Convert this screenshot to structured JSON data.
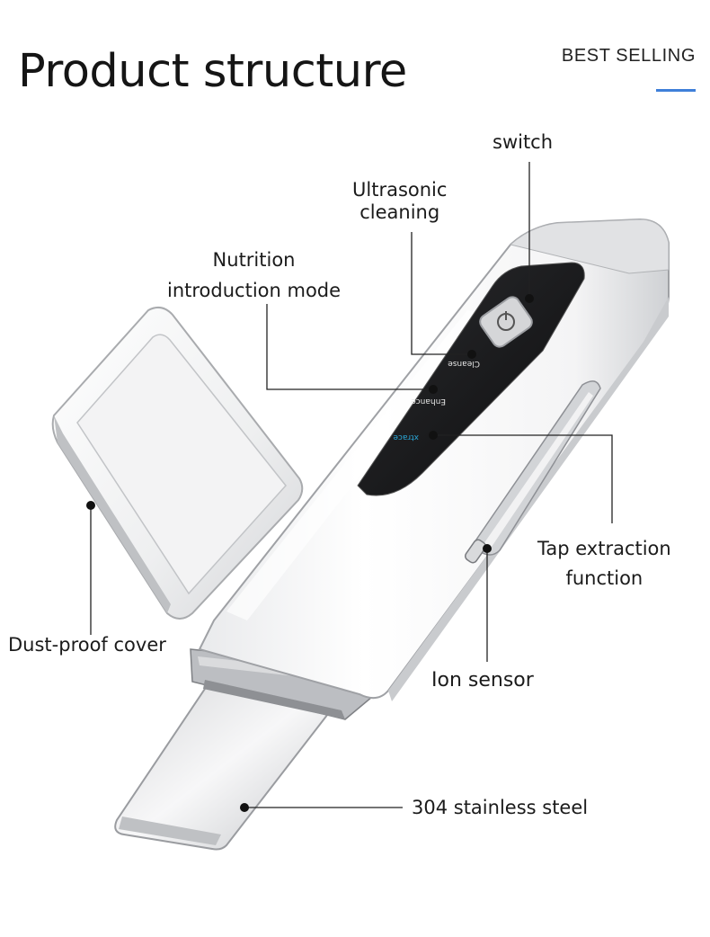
{
  "header": {
    "title": "Product structure",
    "tag": "BEST SELLING",
    "accent_color": "#3f7fd9"
  },
  "device": {
    "buttons": [
      "Cleanse",
      "Enhance",
      "xtrace"
    ],
    "active_button_color": "#2aa7d8"
  },
  "labels": {
    "switch": "switch",
    "ultrasonic": [
      "Ultrasonic",
      "cleaning"
    ],
    "nutrition": [
      "Nutrition",
      "introduction mode"
    ],
    "tap": [
      "Tap extraction",
      "function"
    ],
    "dust": "Dust-proof cover",
    "ion": "Ion sensor",
    "steel": "304 stainless steel"
  }
}
